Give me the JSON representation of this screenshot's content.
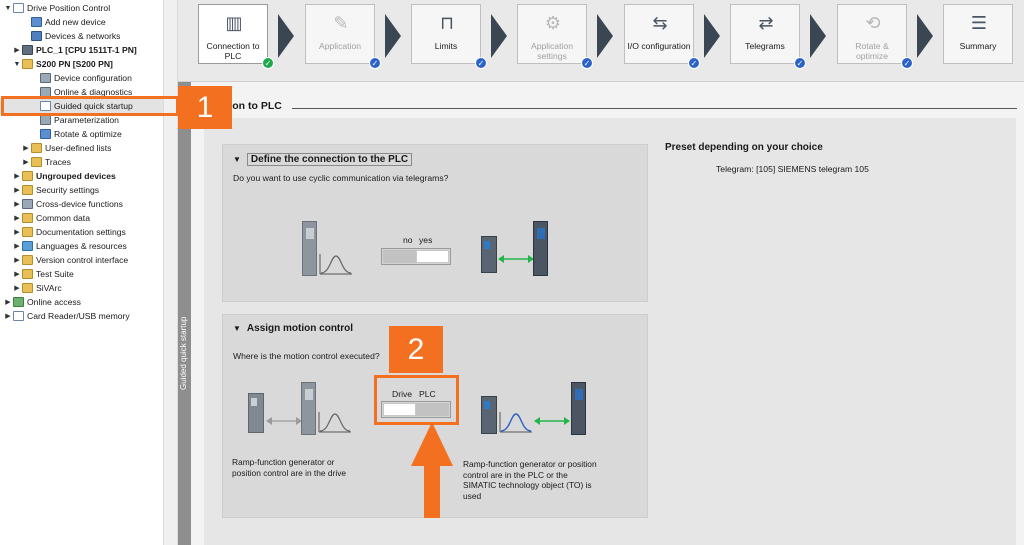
{
  "tree": {
    "items": [
      {
        "label": "Drive Position Control",
        "arrow": "▼",
        "icon": "doc",
        "indent": 0,
        "bold": false
      },
      {
        "label": "Add new device",
        "arrow": "",
        "icon": "blue",
        "indent": 2,
        "bold": false
      },
      {
        "label": "Devices & networks",
        "arrow": "",
        "icon": "net",
        "indent": 2,
        "bold": false
      },
      {
        "label": "PLC_1 [CPU 1511T-1 PN]",
        "arrow": "▶",
        "icon": "dev",
        "indent": 1,
        "bold": true
      },
      {
        "label": "S200 PN [S200 PN]",
        "arrow": "▼",
        "icon": "folder",
        "indent": 1,
        "bold": true
      },
      {
        "label": "Device configuration",
        "arrow": "",
        "icon": "tool",
        "indent": 3,
        "bold": false
      },
      {
        "label": "Online & diagnostics",
        "arrow": "",
        "icon": "tool",
        "indent": 3,
        "bold": false
      },
      {
        "label": "Guided quick startup",
        "arrow": "",
        "icon": "doc",
        "indent": 3,
        "bold": false
      },
      {
        "label": "Parameterization",
        "arrow": "",
        "icon": "tool",
        "indent": 3,
        "bold": false
      },
      {
        "label": "Rotate & optimize",
        "arrow": "",
        "icon": "blue",
        "indent": 3,
        "bold": false
      },
      {
        "label": "User-defined lists",
        "arrow": "▶",
        "icon": "folder",
        "indent": 2,
        "bold": false
      },
      {
        "label": "Traces",
        "arrow": "▶",
        "icon": "folder",
        "indent": 2,
        "bold": false
      },
      {
        "label": "Ungrouped devices",
        "arrow": "▶",
        "icon": "folder",
        "indent": 1,
        "bold": true
      },
      {
        "label": "Security settings",
        "arrow": "▶",
        "icon": "folder",
        "indent": 1,
        "bold": false
      },
      {
        "label": "Cross-device functions",
        "arrow": "▶",
        "icon": "tool",
        "indent": 1,
        "bold": false
      },
      {
        "label": "Common data",
        "arrow": "▶",
        "icon": "folder",
        "indent": 1,
        "bold": false
      },
      {
        "label": "Documentation settings",
        "arrow": "▶",
        "icon": "folder",
        "indent": 1,
        "bold": false
      },
      {
        "label": "Languages & resources",
        "arrow": "▶",
        "icon": "globe",
        "indent": 1,
        "bold": false
      },
      {
        "label": "Version control interface",
        "arrow": "▶",
        "icon": "folder",
        "indent": 1,
        "bold": false
      },
      {
        "label": "Test Suite",
        "arrow": "▶",
        "icon": "folder",
        "indent": 1,
        "bold": false
      },
      {
        "label": "SiVArc",
        "arrow": "▶",
        "icon": "folder",
        "indent": 1,
        "bold": false
      },
      {
        "label": "Online access",
        "arrow": "▶",
        "icon": "green",
        "indent": 0,
        "bold": false
      },
      {
        "label": "Card Reader/USB memory",
        "arrow": "▶",
        "icon": "doc",
        "indent": 0,
        "bold": false
      }
    ],
    "selected_index": 7
  },
  "workflow": {
    "steps": [
      {
        "label": "Connection to PLC",
        "icon": "▥",
        "state": "active",
        "check": "green"
      },
      {
        "label": "Application",
        "icon": "✎",
        "state": "disabled",
        "check": "blue"
      },
      {
        "label": "Limits",
        "icon": "⊓",
        "state": "enabled",
        "check": "blue"
      },
      {
        "label": "Application settings",
        "icon": "⚙",
        "state": "disabled",
        "check": "blue"
      },
      {
        "label": "I/O configuration",
        "icon": "⇆",
        "state": "enabled",
        "check": "blue"
      },
      {
        "label": "Telegrams",
        "icon": "⇄",
        "state": "enabled",
        "check": "blue"
      },
      {
        "label": "Rotate & optimize",
        "icon": "⟲",
        "state": "disabled",
        "check": "blue"
      },
      {
        "label": "Summary",
        "icon": "☰",
        "state": "enabled",
        "check": ""
      }
    ],
    "check_glyph": "✓"
  },
  "sidebar_tab": "Guided quick startup",
  "page_title": "ction to PLC",
  "panel1": {
    "title": "Define the connection to the PLC",
    "question": "Do you want to use cyclic communication via telegrams?",
    "toggle_left": "no",
    "toggle_right": "yes",
    "selected": "yes",
    "triangle": "▼"
  },
  "panel2": {
    "title": "Assign motion control",
    "question": "Where is the motion control executed?",
    "toggle_left": "Drive",
    "toggle_right": "PLC",
    "selected": "Drive",
    "triangle": "▼",
    "note_drive": "Ramp-function generator or position control are in the drive",
    "note_plc": "Ramp-function generator or position control are in the PLC or the SIMATIC technology object (TO) is used"
  },
  "preset": {
    "heading": "Preset depending on your choice",
    "telegram_label": "Telegram:",
    "telegram_value": "[105] SIEMENS telegram 105"
  },
  "callouts": {
    "badge1": "1",
    "badge2": "2"
  },
  "colors": {
    "highlight": "#f37021",
    "check_green": "#1fa84a",
    "check_blue": "#2d63c8",
    "chevron": "#3b4653",
    "link_green": "#22b54a",
    "link_gray": "#9a9a9a",
    "curve_blue": "#2d63c8"
  }
}
